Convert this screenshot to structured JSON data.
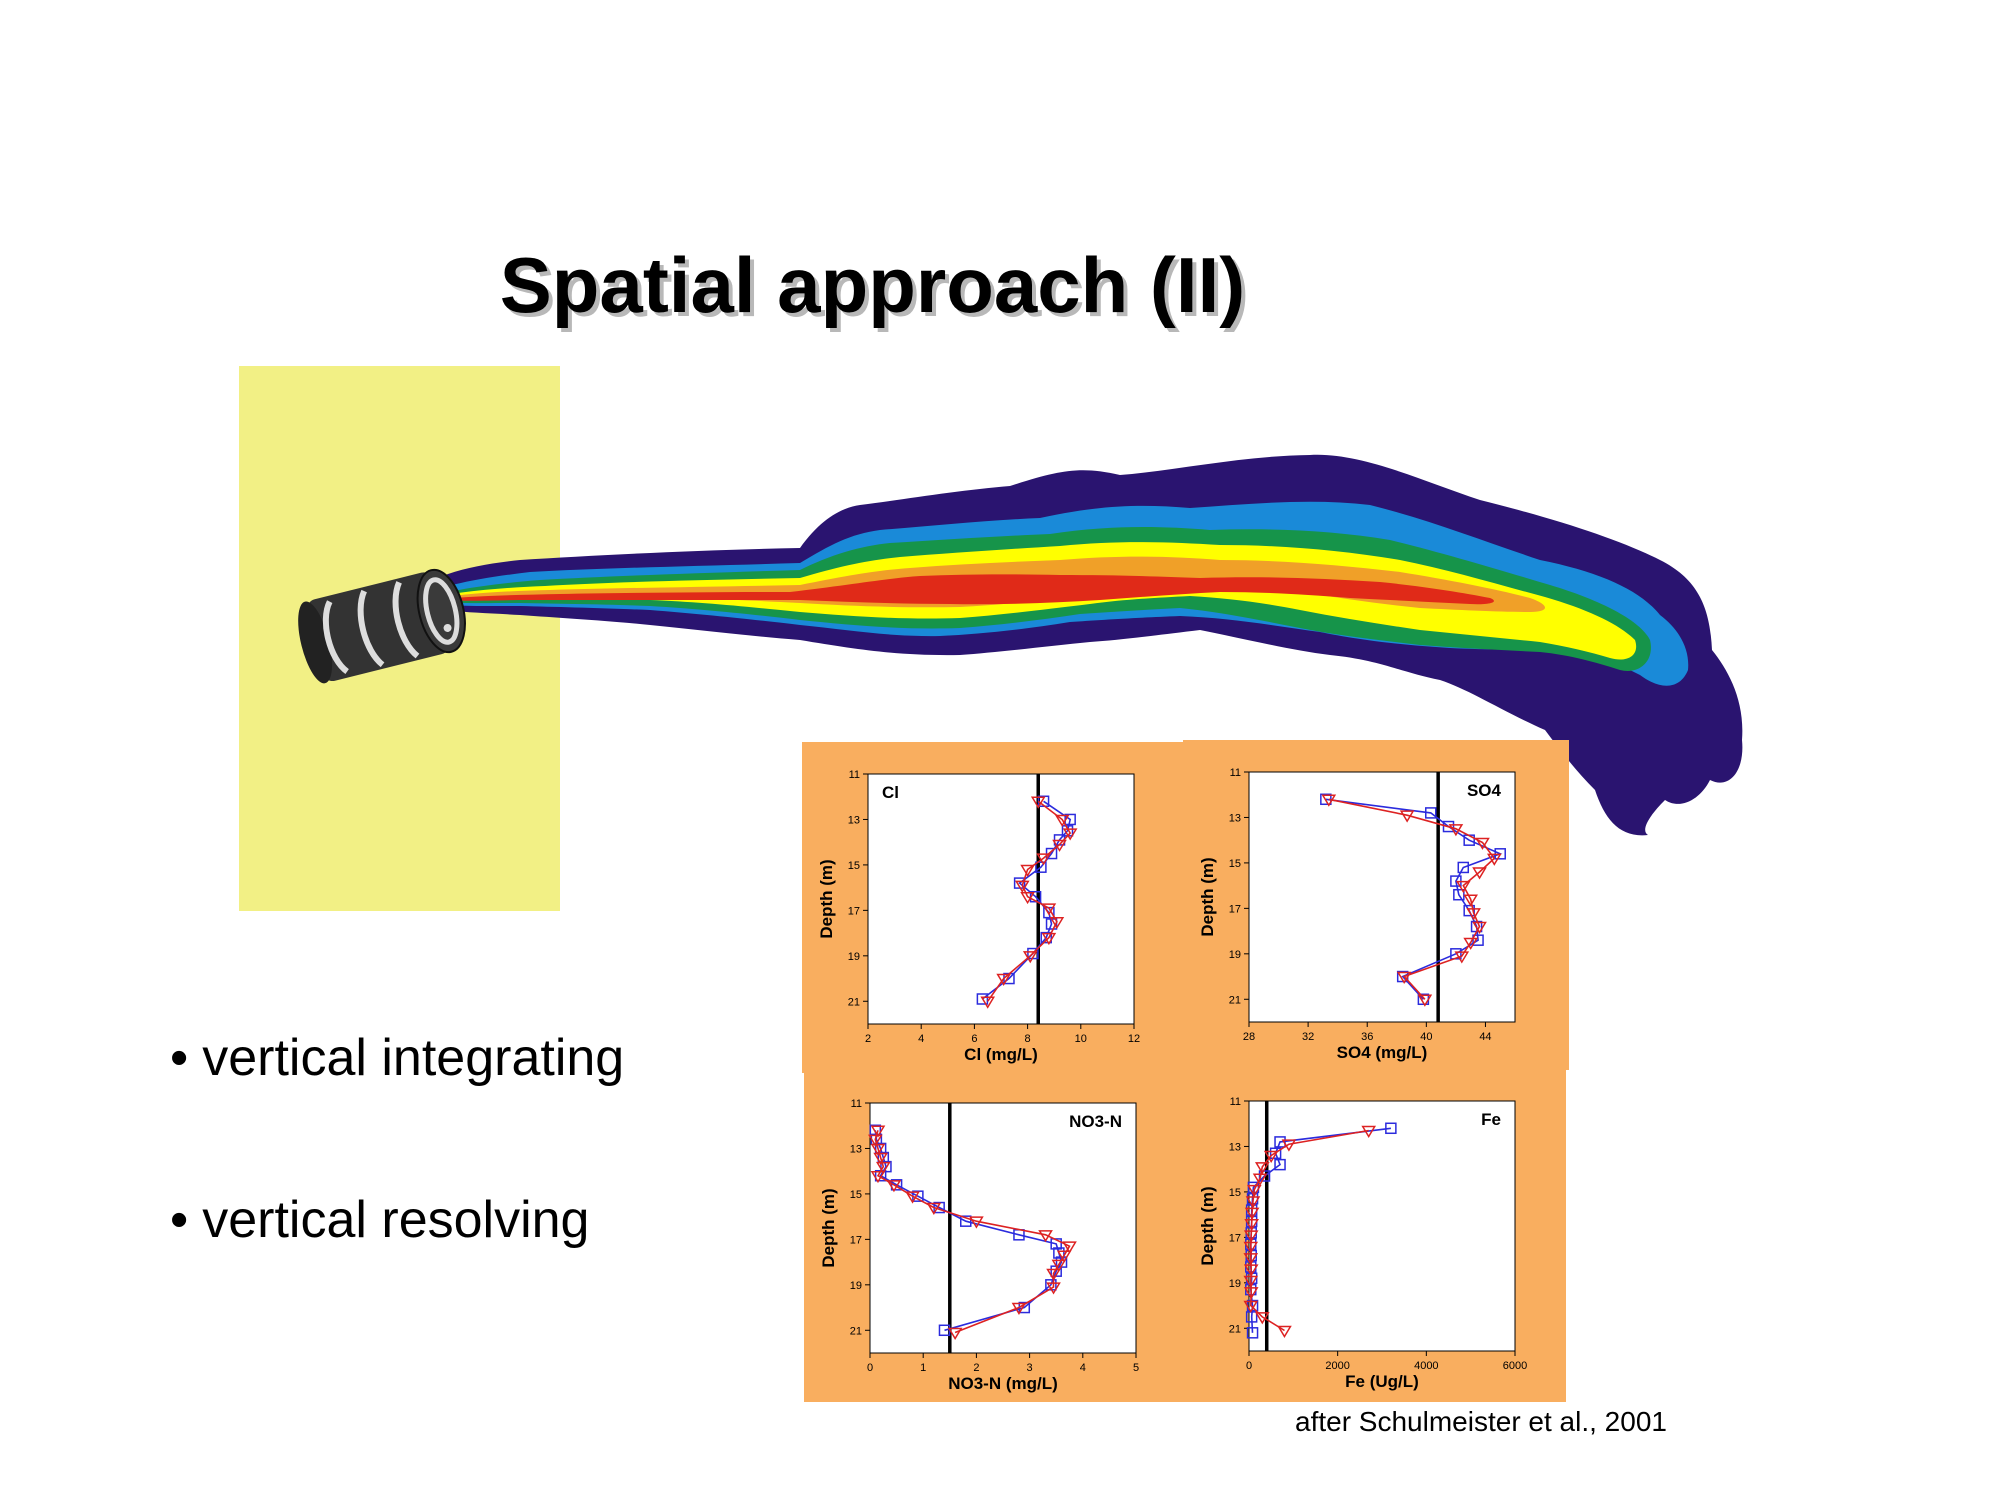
{
  "slide": {
    "title": "Spatial approach (II)",
    "bullets": [
      "vertical integrating",
      "vertical resolving"
    ],
    "citation": "after Schulmeister et al., 2001"
  },
  "colors": {
    "yellow_zone": "#f2f085",
    "panel_bg": "#f9ae5f",
    "series_square": "#2b2bdd",
    "series_triangle": "#dd2222",
    "plume": [
      "#2a1470",
      "#1a8ad8",
      "#16944a",
      "#ffff00",
      "#f0a028",
      "#e02a18"
    ],
    "barrel": "#333333"
  },
  "icons": {
    "source": "barrel-icon"
  },
  "chart_data": [
    {
      "type": "line",
      "label": "Cl",
      "xlabel": "Cl (mg/L)",
      "ylabel": "Depth (m)",
      "xlim": [
        2,
        12
      ],
      "ylim": [
        22,
        11
      ],
      "xticks": [
        2,
        4,
        6,
        8,
        10,
        12
      ],
      "yticks": [
        11,
        13,
        15,
        17,
        19,
        21
      ],
      "reference_x": 8.4,
      "series": [
        {
          "marker": "square",
          "depth": [
            12.2,
            13.0,
            13.5,
            13.9,
            14.5,
            15.1,
            15.8,
            16.4,
            17.1,
            17.6,
            18.2,
            18.9,
            20.0,
            20.9
          ],
          "values": [
            8.6,
            9.6,
            9.5,
            9.2,
            8.9,
            8.5,
            7.7,
            8.3,
            8.8,
            8.9,
            8.7,
            8.2,
            7.3,
            6.3
          ]
        },
        {
          "marker": "triangle",
          "depth": [
            12.2,
            13.0,
            13.6,
            14.1,
            14.7,
            15.2,
            15.9,
            16.4,
            16.9,
            17.5,
            18.2,
            19.0,
            20.0,
            21.0
          ],
          "values": [
            8.4,
            9.3,
            9.6,
            9.2,
            8.6,
            8.0,
            7.8,
            8.0,
            8.8,
            9.1,
            8.8,
            8.1,
            7.1,
            6.5
          ]
        }
      ]
    },
    {
      "type": "line",
      "label": "SO4",
      "xlabel": "SO4 (mg/L)",
      "ylabel": "Depth (m)",
      "xlim": [
        28,
        46
      ],
      "ylim": [
        22,
        11
      ],
      "xticks": [
        28,
        32,
        36,
        40,
        44
      ],
      "yticks": [
        11,
        13,
        15,
        17,
        19,
        21
      ],
      "reference_x": 40.8,
      "series": [
        {
          "marker": "square",
          "depth": [
            12.2,
            12.8,
            13.4,
            14.0,
            14.6,
            15.2,
            15.8,
            16.4,
            17.1,
            17.8,
            18.4,
            19.0,
            20.0,
            21.0
          ],
          "values": [
            33.2,
            40.3,
            41.5,
            42.9,
            45.0,
            42.5,
            42.0,
            42.2,
            42.9,
            43.4,
            43.5,
            42.0,
            38.4,
            39.8
          ]
        },
        {
          "marker": "triangle",
          "depth": [
            12.2,
            12.9,
            13.5,
            14.1,
            14.8,
            15.4,
            16.0,
            16.6,
            17.2,
            17.8,
            18.5,
            19.1,
            20.0,
            21.0
          ],
          "values": [
            33.4,
            38.7,
            42.0,
            43.8,
            44.6,
            43.6,
            42.5,
            43.0,
            43.2,
            43.6,
            43.0,
            42.4,
            38.5,
            39.9
          ]
        }
      ]
    },
    {
      "type": "line",
      "label": "NO3-N",
      "xlabel": "NO3-N (mg/L)",
      "ylabel": "Depth (m)",
      "xlim": [
        0,
        5
      ],
      "ylim": [
        22,
        11
      ],
      "xticks": [
        0,
        1,
        2,
        3,
        4,
        5
      ],
      "yticks": [
        11,
        13,
        15,
        17,
        19,
        21
      ],
      "reference_x": 1.5,
      "series": [
        {
          "marker": "square",
          "depth": [
            12.2,
            12.6,
            13.0,
            13.4,
            13.8,
            14.2,
            14.6,
            15.1,
            15.6,
            16.2,
            16.8,
            17.2,
            17.6,
            18.0,
            18.4,
            19.0,
            20.0,
            21.0
          ],
          "values": [
            0.1,
            0.12,
            0.2,
            0.25,
            0.3,
            0.2,
            0.5,
            0.9,
            1.3,
            1.8,
            2.8,
            3.5,
            3.55,
            3.6,
            3.5,
            3.4,
            2.9,
            1.4
          ]
        },
        {
          "marker": "triangle",
          "depth": [
            12.2,
            12.6,
            13.0,
            13.4,
            13.8,
            14.2,
            14.6,
            15.1,
            15.6,
            16.2,
            16.8,
            17.3,
            17.7,
            18.1,
            18.5,
            19.1,
            20.0,
            21.1
          ],
          "values": [
            0.15,
            0.1,
            0.15,
            0.2,
            0.25,
            0.15,
            0.45,
            0.8,
            1.2,
            2.0,
            3.3,
            3.75,
            3.65,
            3.55,
            3.45,
            3.45,
            2.8,
            1.6
          ]
        }
      ]
    },
    {
      "type": "line",
      "label": "Fe",
      "xlabel": "Fe (Ug/L)",
      "ylabel": "Depth (m)",
      "xlim": [
        0,
        6000
      ],
      "ylim": [
        22,
        11
      ],
      "xticks": [
        0,
        2000,
        4000,
        6000
      ],
      "yticks": [
        11,
        13,
        15,
        17,
        19,
        21
      ],
      "reference_x": 400,
      "series": [
        {
          "marker": "square",
          "depth": [
            12.2,
            12.8,
            13.3,
            13.8,
            14.3,
            14.8,
            15.3,
            15.8,
            16.3,
            16.8,
            17.3,
            17.8,
            18.3,
            18.8,
            19.3,
            20.0,
            20.5,
            21.2
          ],
          "values": [
            3200,
            700,
            600,
            700,
            350,
            100,
            80,
            60,
            60,
            50,
            40,
            50,
            40,
            60,
            40,
            80,
            60,
            80
          ]
        },
        {
          "marker": "triangle",
          "depth": [
            12.3,
            12.9,
            13.4,
            13.9,
            14.4,
            14.9,
            15.4,
            15.9,
            16.4,
            16.9,
            17.4,
            17.9,
            18.4,
            18.9,
            19.4,
            20.0,
            20.5,
            21.1
          ],
          "values": [
            2700,
            900,
            500,
            300,
            250,
            120,
            90,
            70,
            60,
            50,
            40,
            40,
            50,
            40,
            50,
            40,
            300,
            800
          ]
        }
      ]
    }
  ]
}
